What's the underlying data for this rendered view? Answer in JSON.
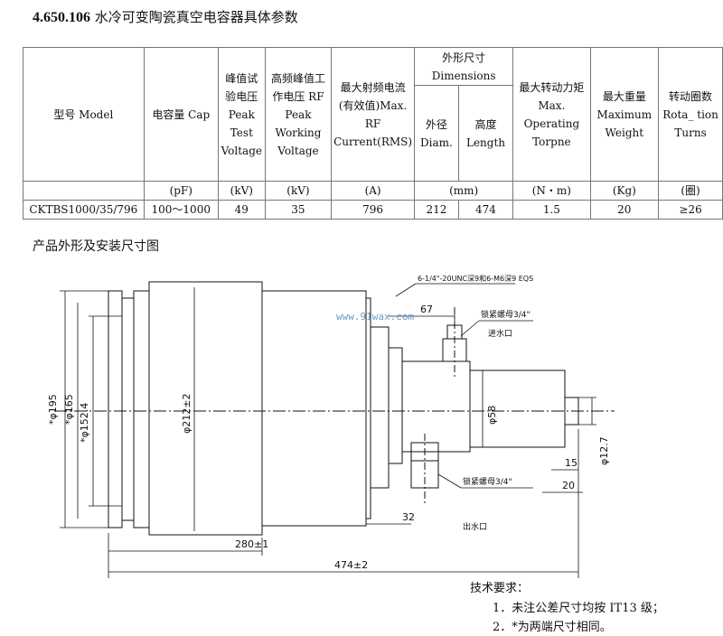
{
  "title": {
    "code": "4.650.106",
    "text": "水冷可变陶瓷真空电容器具体参数"
  },
  "table": {
    "headers": {
      "model": "型号 Model",
      "cap": "电容量 Cap",
      "peak_test": "峰值试验电压 Peak Test Voltage",
      "rf_peak": "高频峰值工作电压 RF Peak Working Voltage",
      "rf_current": "最大射频电流(有效值)Max. RF Current(RMS)",
      "dimensions": "外形尺寸 Dimensions",
      "diam": "外径 Diam.",
      "length": "高度 Length",
      "torque": "最大转动力矩 Max. Operating Torpne",
      "weight": "最大重量 Maximum Weight",
      "turns": "转动圈数 Rota_ tion Turns"
    },
    "units": {
      "cap": "(pF)",
      "peak_test": "(kV)",
      "rf_peak": "(kV)",
      "rf_current": "(A)",
      "dim": "(mm)",
      "torque": "(N・m)",
      "weight": "(Kg)",
      "turns": "(圈)"
    },
    "row": {
      "model": "CKTBS1000/35/796",
      "cap": "100～1000",
      "peak_test": "49",
      "rf_peak": "35",
      "rf_current": "796",
      "diam": "212",
      "length": "474",
      "torque": "1.5",
      "weight": "20",
      "turns": "≥26"
    }
  },
  "drawing": {
    "subtitle": "产品外形及安装尺寸图",
    "note_thread": "6-1/4\"-20UNC深9和6-M6深9 EQS",
    "note_nut_in": "锁紧螺母3/4\"",
    "inlet": "进水口",
    "note_nut_out": "锁紧螺母3/4\"",
    "outlet": "出水口",
    "watermark": "www.91wax.com",
    "dims": {
      "d195": "*φ195",
      "d165": "*φ165",
      "d152": "*φ152.4",
      "d212": "φ212±2",
      "d58": "φ58",
      "d12": "φ12.7",
      "l67": "67",
      "l32": "32",
      "l15": "15",
      "l20": "20",
      "l280": "280±1",
      "l474": "474±2"
    }
  },
  "requirements": {
    "heading": "技术要求：",
    "items": [
      "1．未注公差尺寸均按 IT13 级；",
      "2．*为两端尺寸相同。"
    ]
  }
}
